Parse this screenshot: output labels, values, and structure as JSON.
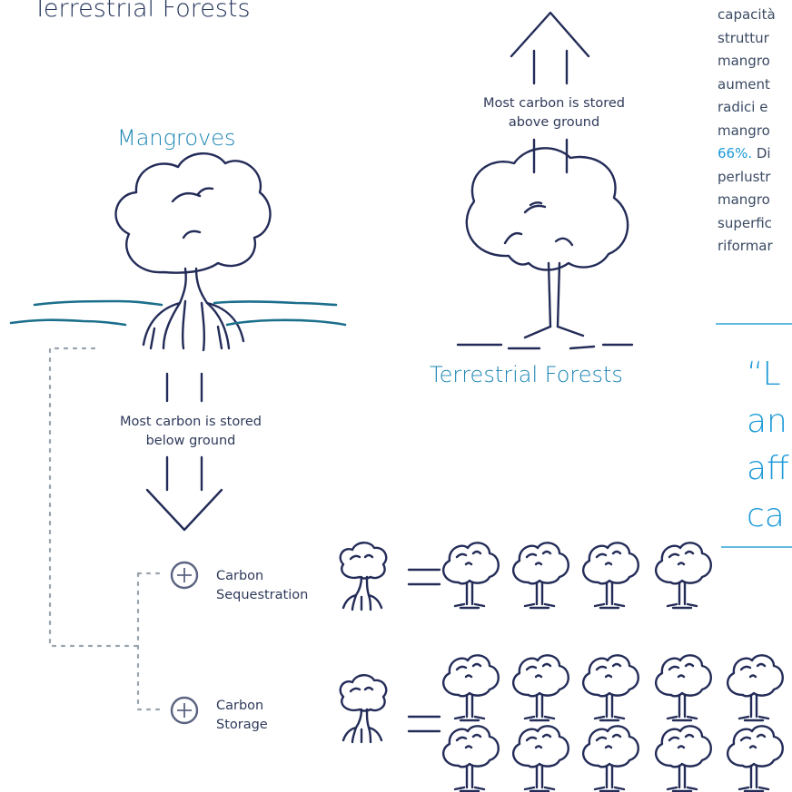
{
  "header": {
    "title": "Terrestrial Forests"
  },
  "mangroves": {
    "title": "Mangroves"
  },
  "forests": {
    "title": "Terrestrial Forests"
  },
  "labels": {
    "above_1": "Most carbon is stored",
    "above_2": "above ground",
    "below_1": "Most carbon is stored",
    "below_2": "below ground"
  },
  "legend": {
    "sequestration_1": "Carbon",
    "sequestration_2": "Sequestration",
    "storage_1": "Carbon",
    "storage_2": "Storage"
  },
  "comparison": {
    "sequestration_tree_count": 4,
    "storage_tree_count": 10
  },
  "side_text": {
    "lines": [
      "capacità",
      "struttur",
      "mangro",
      "aument",
      "radici e",
      "mangro"
    ],
    "highlight": "66%.",
    "after_highlight": " Di",
    "lines_after": [
      "perlustr",
      "mangro",
      "superfic",
      "riformar"
    ]
  },
  "quote": {
    "lines": [
      "“L",
      "an",
      "aff",
      "ca"
    ]
  },
  "colors": {
    "ink": "#232c58",
    "accent": "#1c86b4",
    "water": "#1b6f8c",
    "highlight": "#1c9ad8"
  }
}
